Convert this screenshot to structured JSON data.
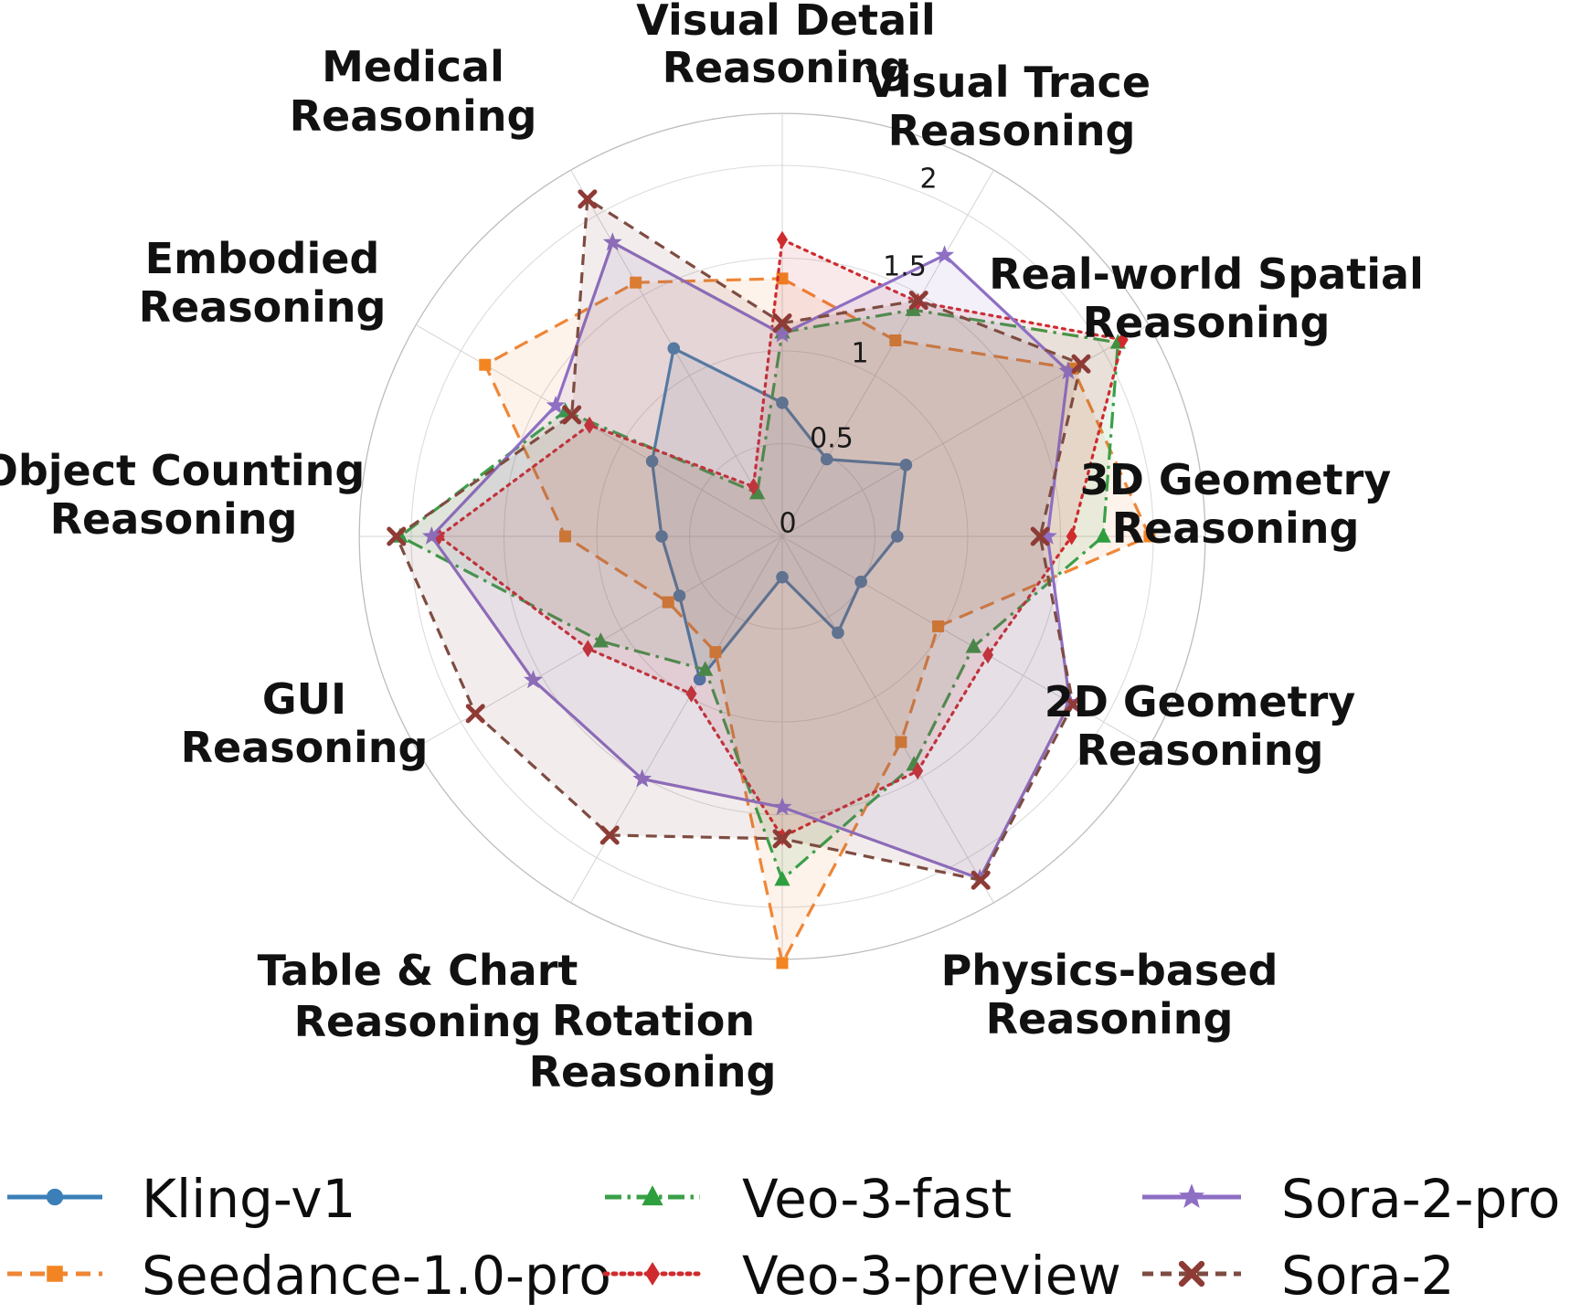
{
  "chart_data": {
    "type": "radar",
    "categories": [
      "Visual Detail Reasoning",
      "Visual Trace Reasoning",
      "Real-world Spatial Reasoning",
      "3D Geometry Reasoning",
      "2D Geometry Reasoning",
      "Physics-based Reasoning",
      "Rotation Reasoning",
      "Table & Chart Reasoning",
      "GUI Reasoning",
      "Object Counting Reasoning",
      "Embodied Reasoning",
      "Medical Reasoning"
    ],
    "category_lines": [
      [
        "Visual Detail",
        "Reasoning"
      ],
      [
        "Visual Trace",
        "Reasoning"
      ],
      [
        "Real-world Spatial",
        "Reasoning"
      ],
      [
        "3D Geometry",
        "Reasoning"
      ],
      [
        "2D Geometry",
        "Reasoning"
      ],
      [
        "Physics-based",
        "Reasoning"
      ],
      [
        "Rotation",
        "Reasoning"
      ],
      [
        "Table & Chart",
        "Reasoning"
      ],
      [
        "GUI",
        "Reasoning"
      ],
      [
        "Object Counting",
        "Reasoning"
      ],
      [
        "Embodied",
        "Reasoning"
      ],
      [
        "Medical",
        "Reasoning"
      ]
    ],
    "radial_ticks": {
      "values": [
        0,
        0.5,
        1,
        1.5,
        2
      ],
      "labels": [
        "0",
        "0.5",
        "1",
        "1.5",
        "2"
      ]
    },
    "r_max": 2.28,
    "grid": true,
    "legend_position": "bottom",
    "series": [
      {
        "name": "Kling-v1",
        "color": "#3a7fb8",
        "marker_color": "#3a7fb8",
        "line_style": "solid",
        "marker": "circle",
        "values": [
          0.72,
          0.48,
          0.77,
          0.62,
          0.49,
          0.6,
          0.22,
          0.89,
          0.64,
          0.65,
          0.81,
          1.17
        ]
      },
      {
        "name": "Seedance-1.0-pro",
        "color": "#ef8636",
        "marker_color": "#f28522",
        "line_style": "dashed",
        "marker": "square",
        "values": [
          1.39,
          1.22,
          1.81,
          1.98,
          0.97,
          1.28,
          2.3,
          0.72,
          0.71,
          1.17,
          1.85,
          1.58
        ]
      },
      {
        "name": "Veo-3-fast",
        "color": "#3aa048",
        "marker_color": "#2f9e3f",
        "line_style": "dashdot",
        "marker": "triangle",
        "values": [
          1.1,
          1.41,
          2.09,
          1.73,
          1.19,
          1.42,
          1.85,
          0.83,
          1.13,
          2.06,
          1.35,
          0.27
        ]
      },
      {
        "name": "Veo-3-preview",
        "color": "#cf2b2e",
        "marker_color": "#cf2b2e",
        "line_style": "dotted",
        "marker": "diamond",
        "values": [
          1.6,
          1.46,
          2.12,
          1.56,
          1.28,
          1.46,
          1.62,
          0.98,
          1.21,
          1.85,
          1.2,
          0.31
        ]
      },
      {
        "name": "Sora-2-pro",
        "color": "#8e6fc4",
        "marker_color": "#8e6fc4",
        "line_style": "solid",
        "marker": "star",
        "values": [
          1.09,
          1.75,
          1.78,
          1.43,
          1.79,
          2.13,
          1.46,
          1.51,
          1.55,
          1.89,
          1.41,
          1.83
        ]
      },
      {
        "name": "Sora-2",
        "color": "#7e4c41",
        "marker_color": "#8e3b36",
        "line_style": "dashed2",
        "marker": "xstar",
        "values": [
          1.15,
          1.47,
          1.86,
          1.39,
          1.81,
          2.14,
          1.63,
          1.86,
          1.91,
          2.08,
          1.31,
          2.1
        ]
      }
    ]
  },
  "legend": {
    "items": [
      "Kling-v1",
      "Seedance-1.0-pro",
      "Veo-3-fast",
      "Veo-3-preview",
      "Sora-2-pro",
      "Sora-2"
    ]
  },
  "colors": {
    "background": "#ffffff",
    "outer_ring": "#bdbdbd",
    "grid_ring": "#dcdcdc",
    "spoke": "#d4d4d4",
    "text": "#111111"
  }
}
